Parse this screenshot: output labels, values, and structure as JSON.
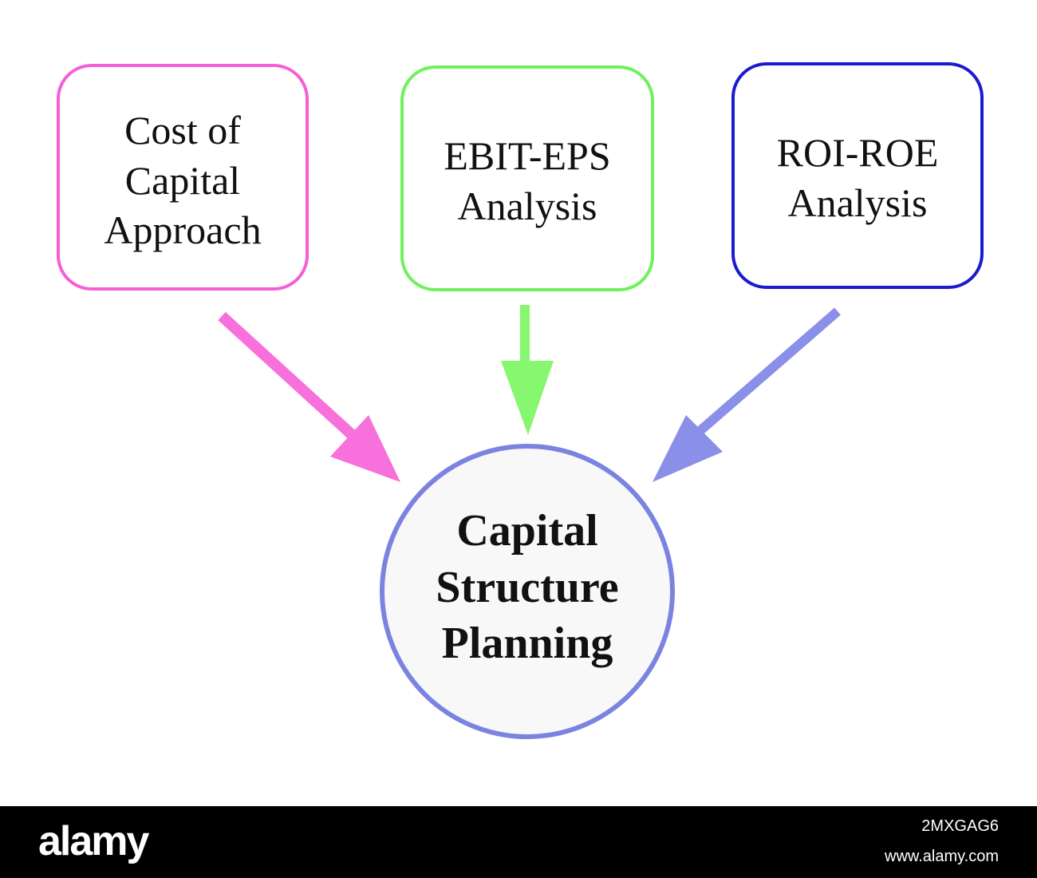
{
  "diagram": {
    "sources": [
      {
        "id": "cost",
        "label": "Cost of\nCapital\nApproach",
        "color": "#f55fd6"
      },
      {
        "id": "ebit",
        "label": "EBIT-EPS\nAnalysis",
        "color": "#6df25a"
      },
      {
        "id": "roi",
        "label": "ROI-ROE\nAnalysis",
        "color": "#1a1ad0"
      }
    ],
    "target": {
      "label": "Capital\nStructure\nPlanning",
      "color": "#7b83e0"
    },
    "arrow_colors": {
      "cost": "#f870dc",
      "ebit": "#86f76e",
      "roi": "#8a8fe8"
    }
  },
  "footer": {
    "brand": "alamy",
    "image_id": "2MXGAG6",
    "url": "www.alamy.com"
  }
}
